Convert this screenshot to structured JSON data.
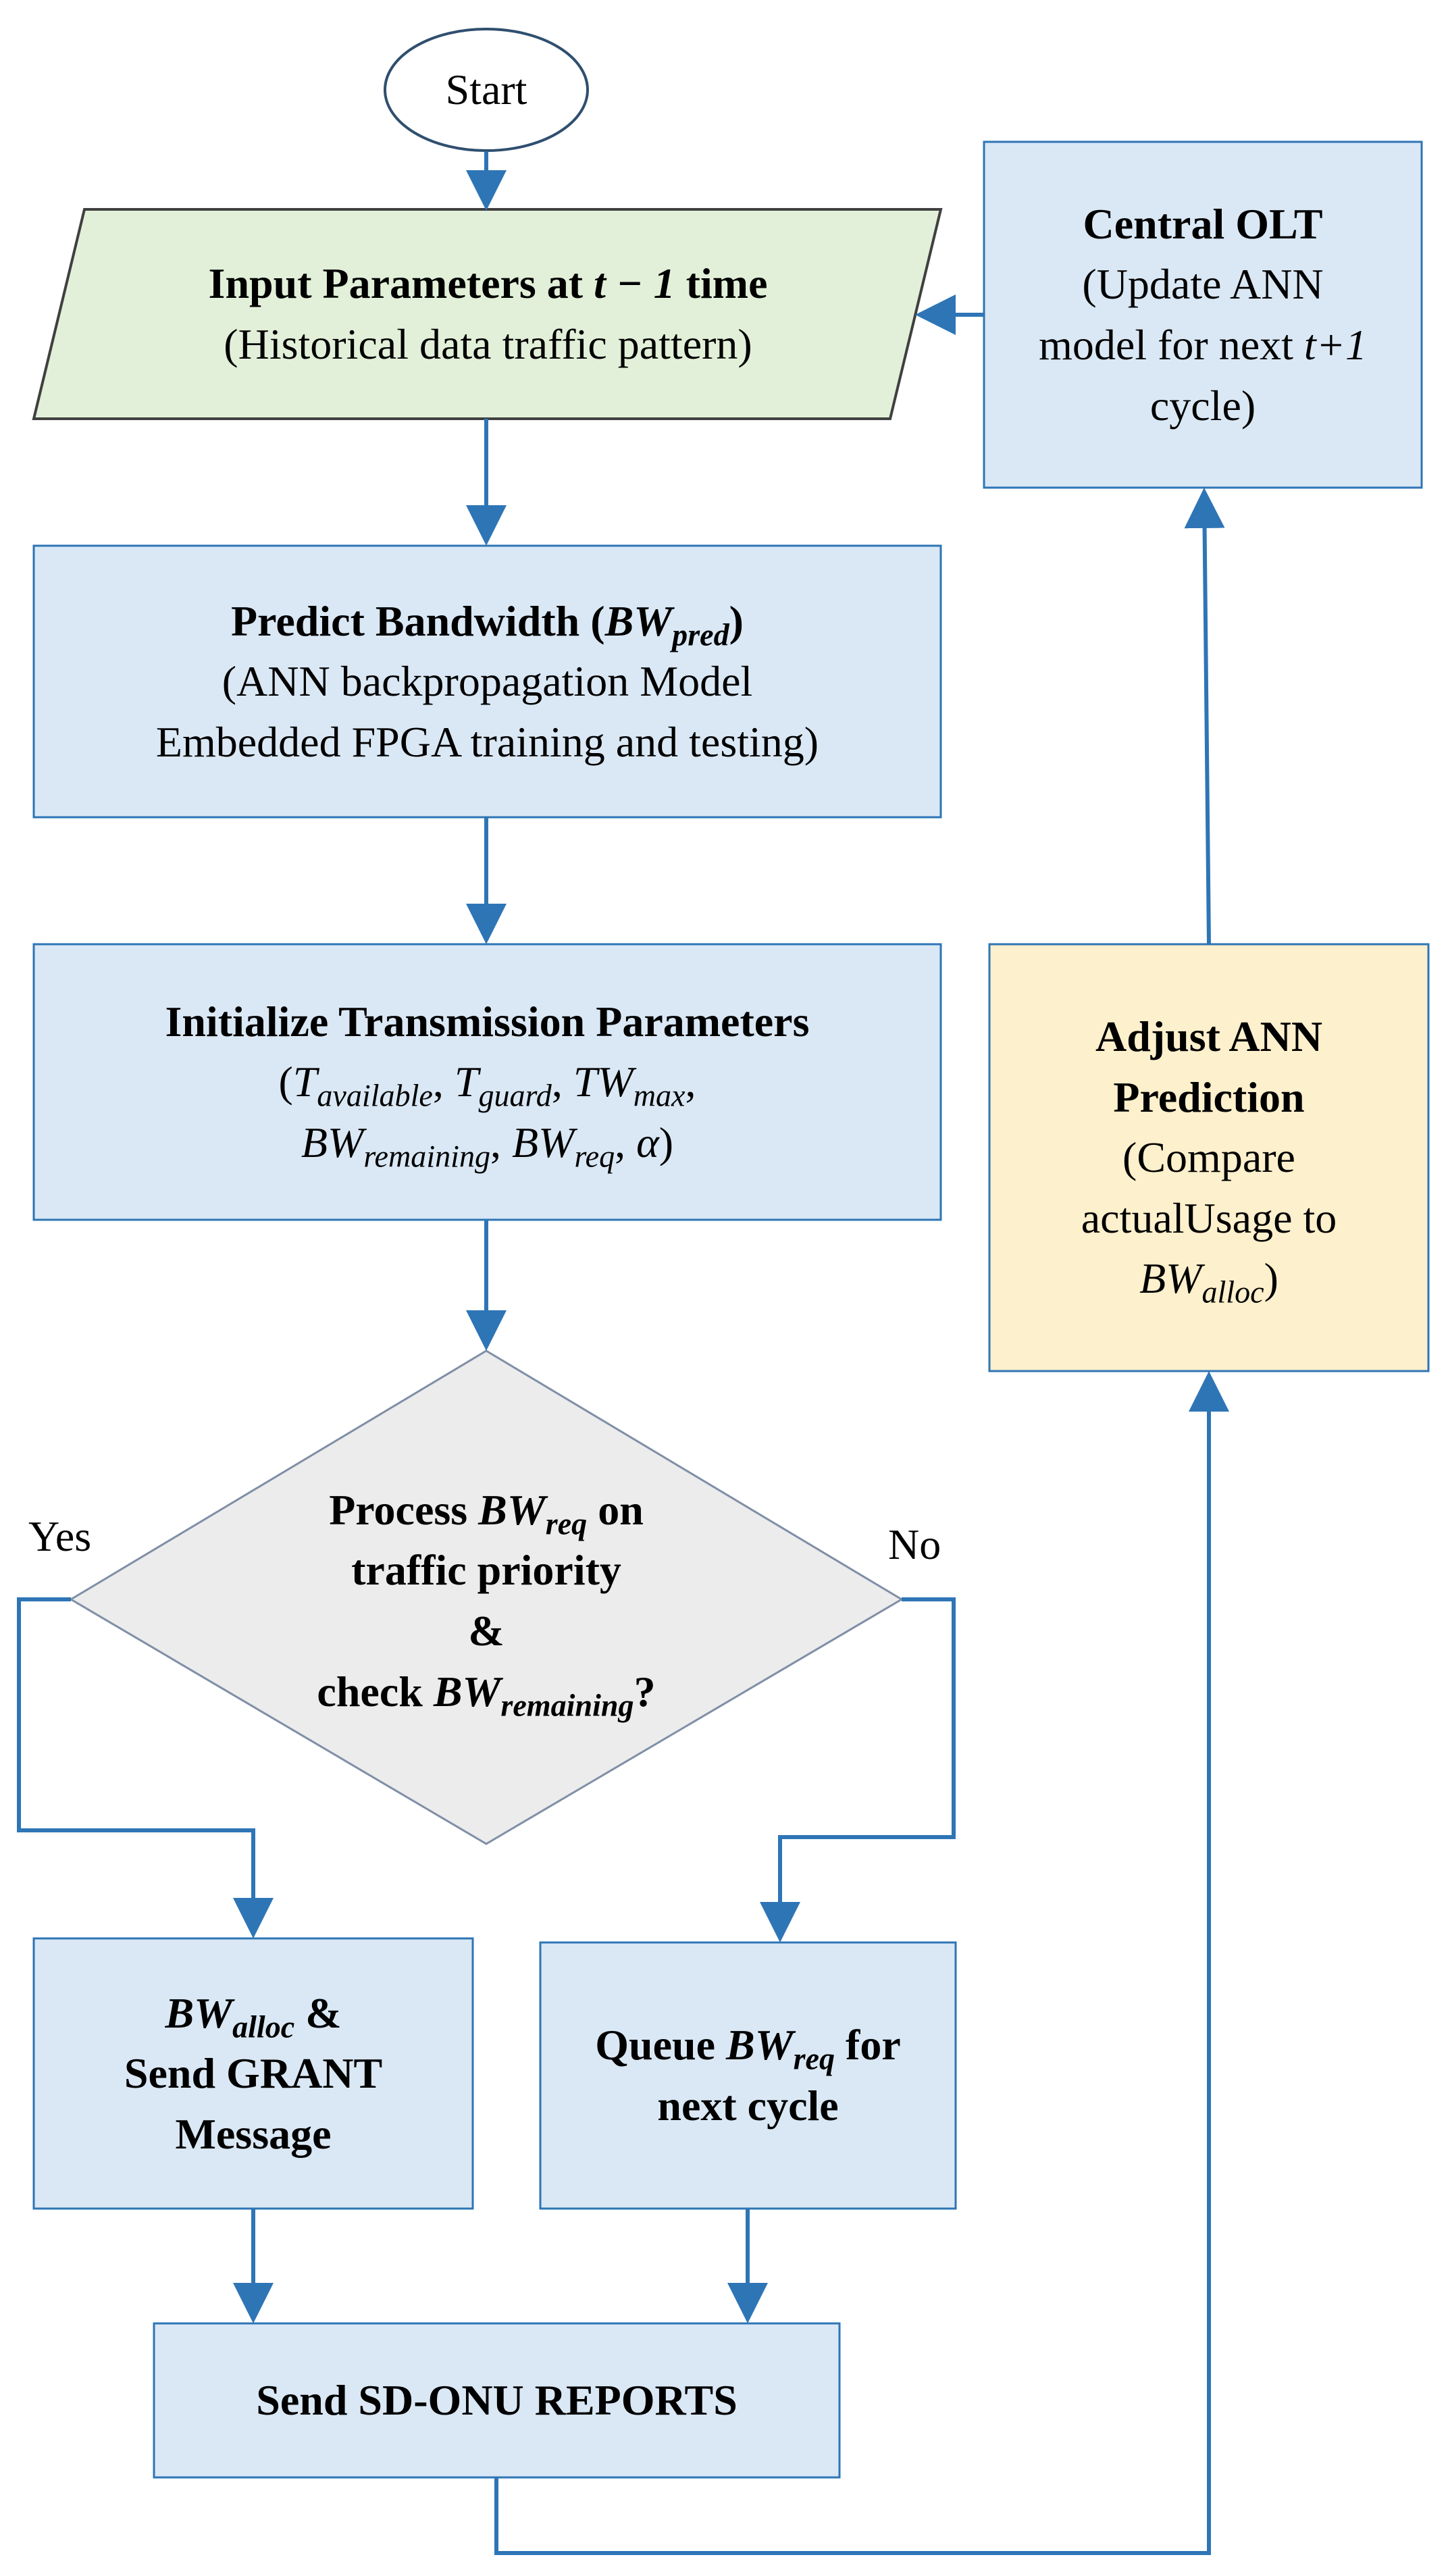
{
  "colors": {
    "box_fill": "#dae8f5",
    "box_stroke": "#2e75b6",
    "input_fill": "#e2f0d9",
    "input_stroke": "#404040",
    "adjust_fill": "#fdf0cc",
    "adjust_stroke": "#2e75b6",
    "decision_fill": "#ececec",
    "decision_stroke": "#7f8fa6",
    "arrow": "#2e75b6"
  },
  "start": {
    "label": "Start"
  },
  "input": {
    "line1_a": "Input Parameters at ",
    "line1_var": "t − 1",
    "line1_b": " time",
    "line2": "(Historical  data traffic pattern)"
  },
  "central": {
    "title": "Central OLT",
    "line2": "(Update ANN",
    "line3_a": "model for next ",
    "line3_var": "t+1",
    "line4": "cycle)"
  },
  "predict": {
    "title_a": "Predict Bandwidth (",
    "var": "BW",
    "sub": "pred",
    "title_b": ")",
    "line2": "(ANN backpropagation Model",
    "line3": "Embedded FPGA training and testing)"
  },
  "init": {
    "title": "Initialize Transmission  Parameters",
    "paren_open": "(",
    "t": "T",
    "t_avail_sub": "available",
    "t_guard_sub": "guard",
    "tw": "TW",
    "tw_sub": "max",
    "bw": "BW",
    "bw_rem_sub": "remaining",
    "bw_req_sub": "req",
    "alpha": "α",
    "sep": ", ",
    "paren_close": ")"
  },
  "adjust": {
    "title1": "Adjust ANN",
    "title2": "Prediction",
    "line3": "(Compare",
    "line4": "actualUsage to",
    "var": "BW",
    "sub": "alloc",
    "close": ")"
  },
  "decision": {
    "line1_a": "Process ",
    "var": "BW",
    "req_sub": "req",
    "line1_b": " on",
    "line2": "traffic priority",
    "line3": "&",
    "line4_a": "check ",
    "rem_sub": "remaining",
    "line4_b": "?",
    "yes": "Yes",
    "no": "No"
  },
  "alloc": {
    "var": "BW",
    "sub": "alloc",
    "amp": " &",
    "line2": "Send GRANT",
    "line3": "Message"
  },
  "queue": {
    "a": "Queue ",
    "var": "BW",
    "sub": "req",
    "b": " for",
    "line2": "next cycle"
  },
  "report": {
    "label": "Send SD-ONU REPORTS"
  }
}
